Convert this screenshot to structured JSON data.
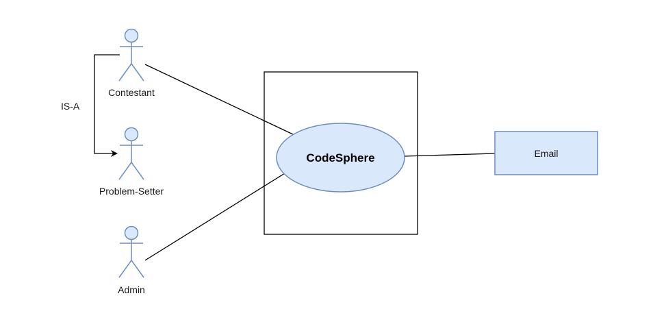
{
  "colors": {
    "actor_fill": "#dae8fc",
    "actor_stroke": "#6c8ebf",
    "usecase_fill": "#dae8fc",
    "usecase_stroke": "#6c8ebf",
    "system_box_stroke": "#000000",
    "line": "#000000"
  },
  "actors": {
    "contestant": "Contestant",
    "problem_setter": "Problem-Setter",
    "admin": "Admin"
  },
  "relationship": {
    "generalization_label": "IS-A"
  },
  "use_case": {
    "name": "CodeSphere"
  },
  "external": {
    "email": "Email"
  }
}
